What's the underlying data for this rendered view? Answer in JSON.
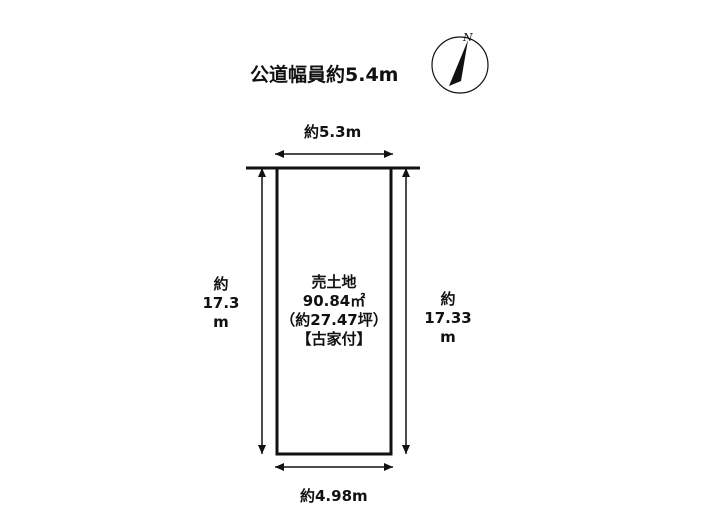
{
  "road": {
    "label": "公道幅員約5.4m"
  },
  "compass": {
    "north_label": "N"
  },
  "dimensions": {
    "top": "約5.3m",
    "bottom": "約4.98m",
    "left": {
      "prefix": "約",
      "value": "17.3",
      "unit": "m"
    },
    "right": {
      "prefix": "約",
      "value": "17.33",
      "unit": "m"
    }
  },
  "parcel": {
    "type": "売土地",
    "area_sqm": "90.84㎡",
    "area_tsubo": "（約27.47坪）",
    "note": "【古家付】"
  },
  "colors": {
    "line": "#111111",
    "background": "#ffffff"
  }
}
